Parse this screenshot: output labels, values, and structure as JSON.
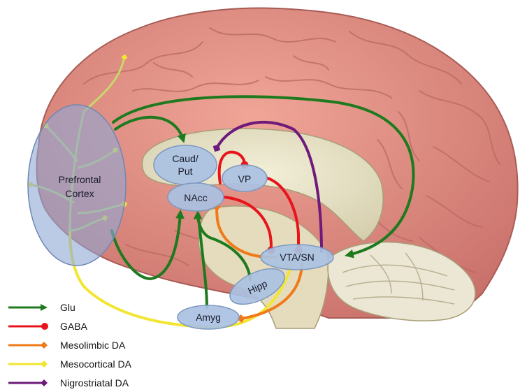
{
  "regions": {
    "prefrontal_line1": "Prefrontal",
    "prefrontal_line2": "Cortex",
    "caud_line1": "Caud/",
    "caud_line2": "Put",
    "vp": "VP",
    "nacc": "NAcc",
    "vta_sn": "VTA/SN",
    "hipp": "Hipp",
    "amyg": "Amyg"
  },
  "legend": [
    {
      "label": "Glu",
      "color": "#1f7a1f",
      "head": "arrow"
    },
    {
      "label": "GABA",
      "color": "#e8141b",
      "head": "dot"
    },
    {
      "label": "Mesolimbic DA",
      "color": "#f07a1a",
      "head": "diamond"
    },
    {
      "label": "Mesocortical DA",
      "color": "#f2e632",
      "head": "diamond"
    },
    {
      "label": "Nigrostriatal DA",
      "color": "#6e1a7a",
      "head": "diamond"
    }
  ],
  "colors": {
    "glu": "#1f7a1f",
    "gaba": "#e8141b",
    "mesolimbic": "#f07a1a",
    "mesocortical": "#f2e632",
    "nigrostriatal": "#6e1a7a",
    "cortex": "#e08f84",
    "region_fill": "#a9c1e2"
  }
}
